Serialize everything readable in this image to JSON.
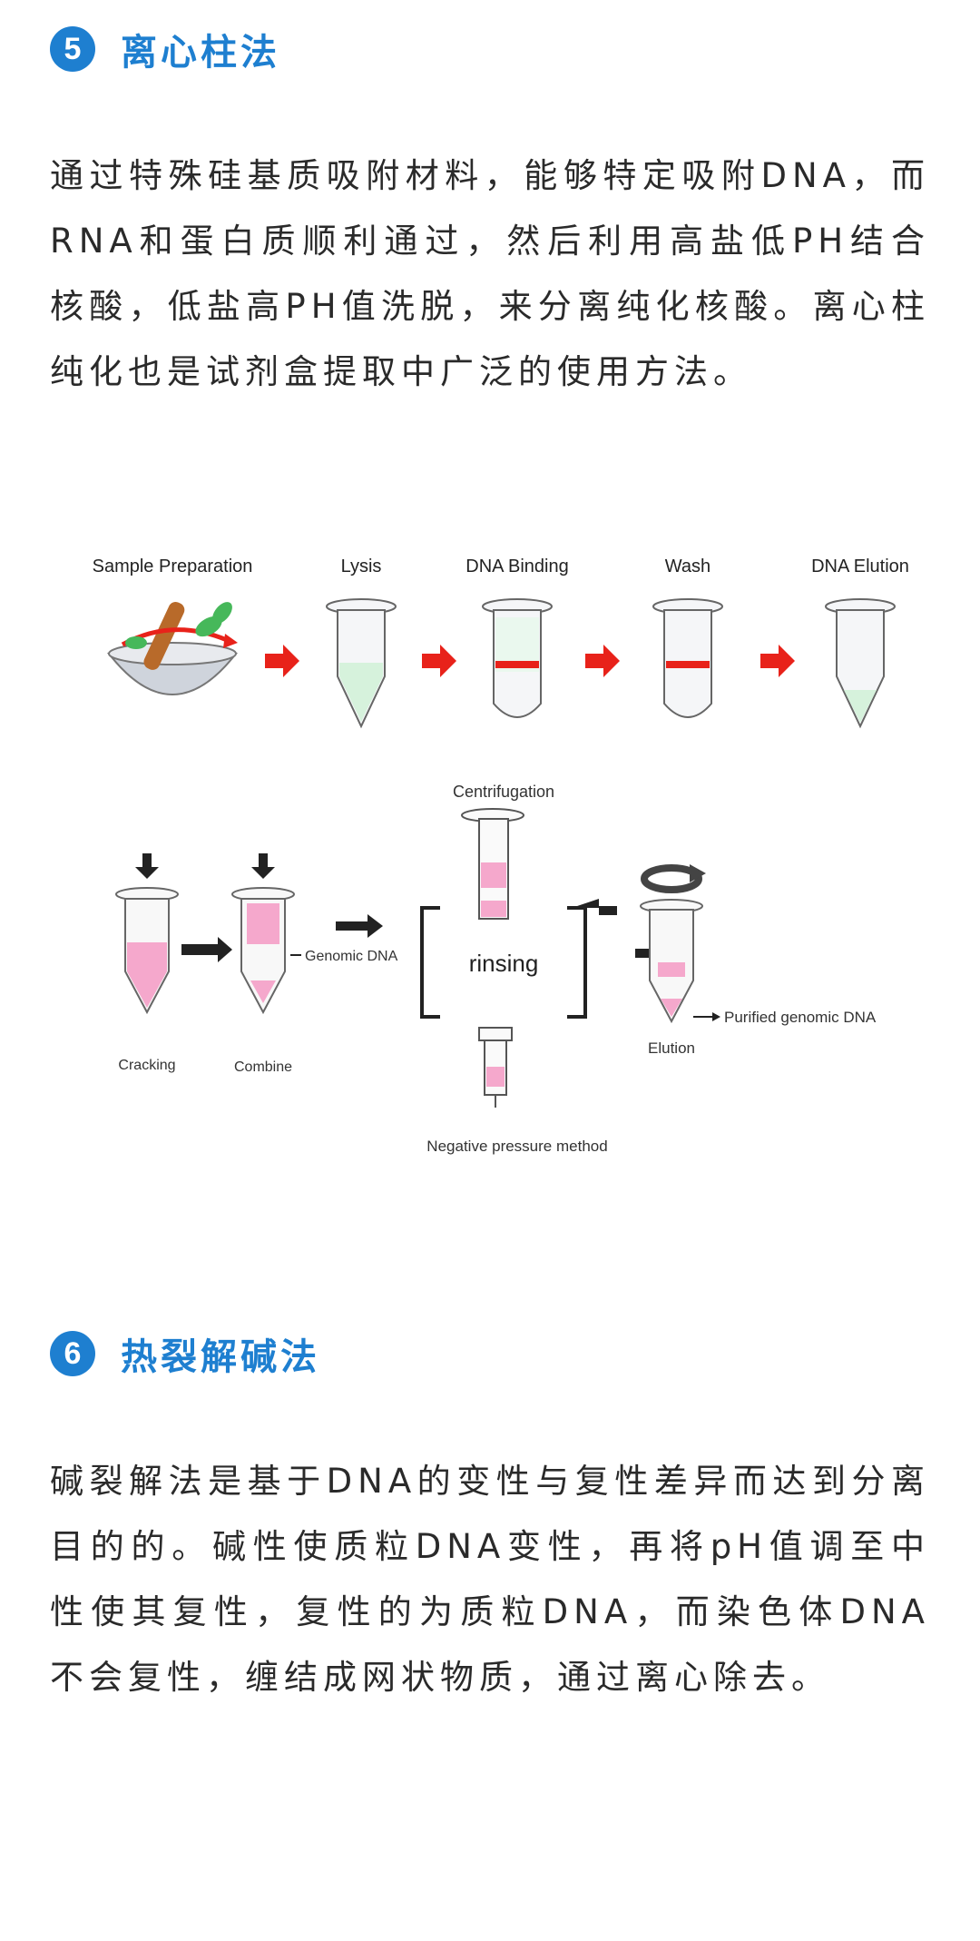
{
  "section5": {
    "number": "5",
    "title": "离心柱法",
    "paragraph": "通过特殊硅基质吸附材料，能够特定吸附DNA，而RNA和蛋白质顺利通过，然后利用高盐低PH结合核酸，低盐高PH值洗脱，来分离纯化核酸。离心柱纯化也是试剂盒提取中广泛的使用方法。"
  },
  "figure": {
    "top_steps": [
      "Sample Preparation",
      "Lysis",
      "DNA Binding",
      "Wash",
      "DNA Elution"
    ],
    "labels": {
      "centrifugation": "Centrifugation",
      "genomic_dna": "Genomic DNA",
      "rinsing": "rinsing",
      "cracking": "Cracking",
      "combine": "Combine",
      "elution": "Elution",
      "purified": "Purified genomic DNA",
      "negative": "Negative pressure method"
    },
    "colors": {
      "arrow_red": "#e8221a",
      "pink": "#f5a8cc",
      "green": "#46b85a",
      "badge_blue": "#1e7fd0"
    }
  },
  "section6": {
    "number": "6",
    "title": "热裂解碱法",
    "paragraph": "碱裂解法是基于DNA的变性与复性差异而达到分离目的的。碱性使质粒DNA变性，再将pH值调至中性使其复性，复性的为质粒DNA，而染色体DNA不会复性，缠结成网状物质，通过离心除去。"
  }
}
